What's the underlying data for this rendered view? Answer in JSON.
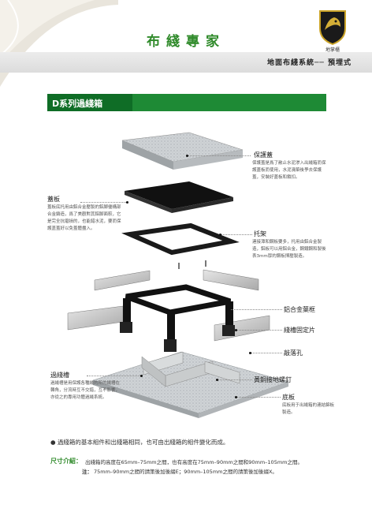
{
  "header": {
    "title": "布綫專家",
    "logo_text": "地掌櫃",
    "band_title": "地面布綫系統── 預埋式"
  },
  "section": {
    "title": "D系列過綫箱"
  },
  "parts": {
    "protective_cover": {
      "label": "保護蓋",
      "desc": "保護蓋是爲了敝止水泥渗入出綫箱而保護蓋板而使用，水泥澆築後爭去保護蓋，安裝好蓋板和鎖扣。"
    },
    "cover_plate": {
      "label": "蓋板",
      "desc": "蓋板底托用由鋁合金壓製的鋁脚優構部合金鑄造，爲了美觀對其鋁脚面較，它是完全抗磨損的，也能錯水泥，要而保護盖蓋好以免蓋體盡入。"
    },
    "bracket": {
      "label": "托架",
      "desc": "連接潭和鋼板要多，托用由鋁合金製造，鋁板可以用鋁合金，鋼鐵鋼和製後表3mm厚的鋼板揮壓製造。"
    },
    "alloy_frame": {
      "label": "鋁合金葉框"
    },
    "fixing_piece": {
      "label": "綫槽固定片"
    },
    "knockout_hole": {
      "label": "敲落孔"
    },
    "ground_screw": {
      "label": "黃銅接地螺釘"
    },
    "wire_box": {
      "label": "過綫槽",
      "desc": "過綫槽是用保護各種綫的所的綫槽在轉角，分流時互不交錯，互不影響，亦從之的專用功體過綫系統。"
    },
    "base_plate": {
      "label": "底板",
      "desc": "底板用于出綫箱的連結錦板製造。"
    }
  },
  "footer": {
    "note": "過綫箱的基本組件和出綫箱相同，也可由出綫箱的組件變化而成。",
    "intro_label": "尺寸介紹：",
    "intro_text": "出綫箱的高度在65mm–75mm之間，也有高度在75mm–90mm之間和90mm–105mm之間。",
    "note_label": "注：",
    "note_text": "75mm–90mm之間的請策後加後綴E；90mm–105mm之間的請策後加後綴X。"
  },
  "colors": {
    "brand_green": "#2f8a2a",
    "section_bar": "#1e8a35",
    "section_tab": "#0f6d26"
  }
}
